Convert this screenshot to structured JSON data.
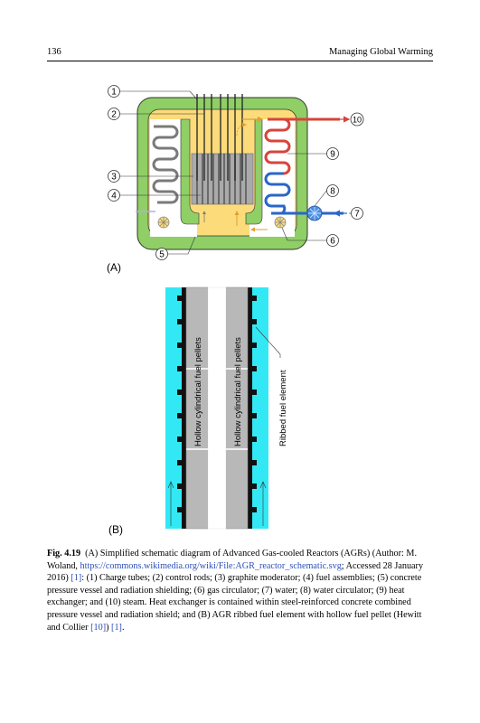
{
  "header": {
    "page_number": "136",
    "running_title": "Managing Global Warming"
  },
  "figure": {
    "panel_a_label": "(A)",
    "panel_b_label": "(B)",
    "callouts": [
      "1",
      "2",
      "3",
      "4",
      "5",
      "6",
      "7",
      "8",
      "9",
      "10"
    ],
    "pellet_label": "Hollow cylindrical fuel pellets",
    "element_label": "Ribbed fuel element",
    "colors": {
      "concrete": "#8fcf66",
      "core": "#fcdb7b",
      "moderator": "#aaaaaa",
      "water": "#2a66c8",
      "steam": "#d8443a",
      "coolant": "#33e8f5"
    }
  },
  "caption": {
    "label": "Fig. 4.19",
    "text1": "(A) Simplified schematic diagram of Advanced Gas-cooled Reactors (AGRs) (Author: M. Woland, ",
    "link": "https://commons.wikimedia.org/wiki/File:AGR_reactor_schematic.svg",
    "text2": "; Accessed 28 January 2016) ",
    "ref1": "[1]",
    "text3": ": (1) Charge tubes; (2) control rods; (3) graphite moderator; (4) fuel assemblies; (5) concrete pressure vessel and radiation shielding; (6) gas circulator; (7) water; (8) water circulator; (9) heat exchanger; and (10) steam. Heat exchanger is contained within steel-reinforced concrete combined pressure vessel and radiation shield; and (B) AGR ribbed fuel element with hollow fuel pellet (Hewitt and Collier ",
    "ref2": "[10]",
    "text4": ") ",
    "ref3": "[1]",
    "text5": "."
  }
}
